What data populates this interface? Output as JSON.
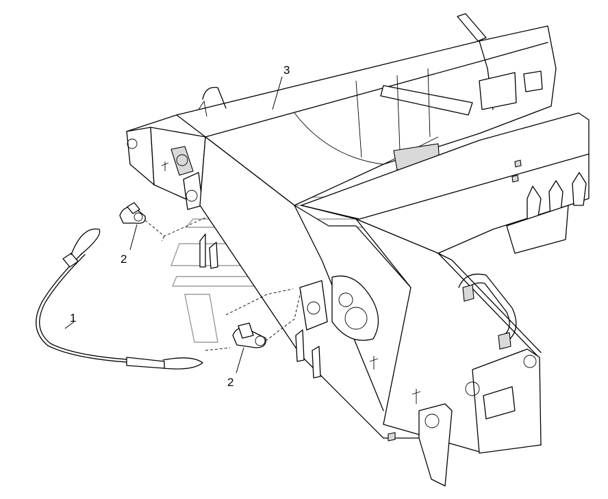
{
  "callouts": {
    "cable": "1",
    "pin_upper": "2",
    "pin_lower": "2",
    "frame": "3"
  }
}
